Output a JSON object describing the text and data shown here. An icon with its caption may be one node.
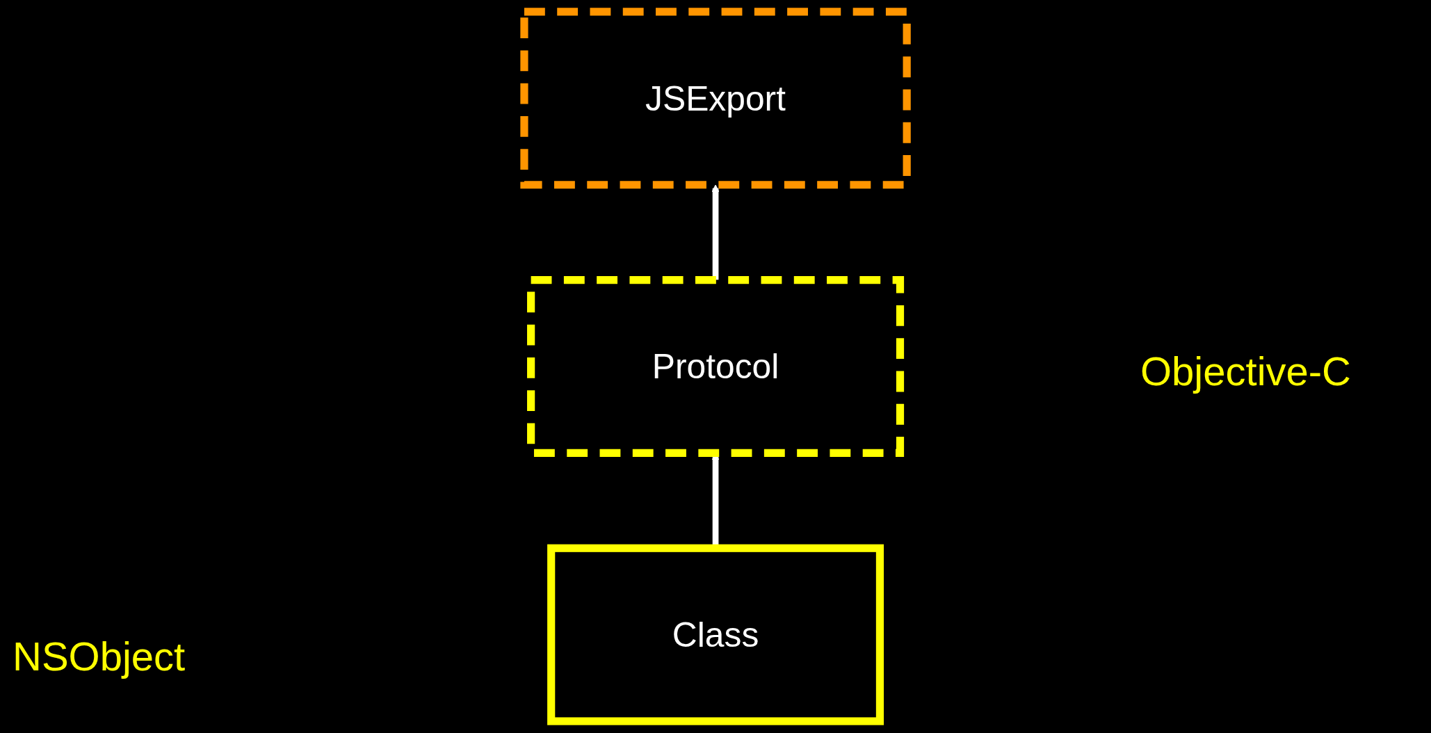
{
  "diagram": {
    "nodes": [
      {
        "text": [
          "JSExport"
        ]
      },
      {
        "text": [
          "Protocol"
        ]
      },
      {
        "text": [
          "Class"
        ]
      }
    ],
    "edges": [
      {
        "from": 2,
        "to": 1,
        "arrow": "to"
      },
      {
        "from": 1,
        "to": 0,
        "arrow": "to"
      }
    ],
    "labels": [
      "Objective-C",
      "NSObject"
    ]
  }
}
